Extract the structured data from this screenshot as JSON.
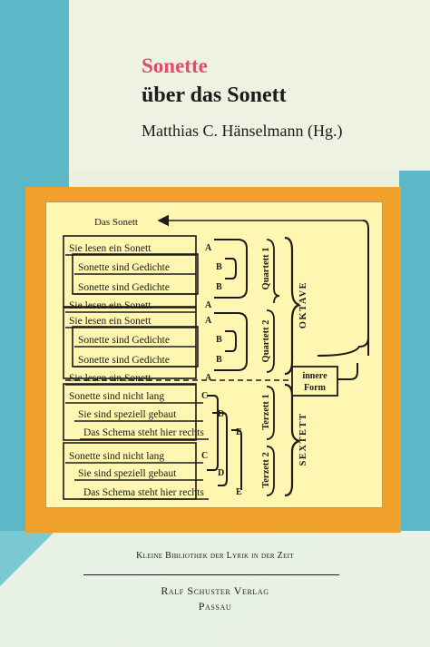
{
  "cover": {
    "title_line1": "Sonette",
    "title_line2": "über das Sonett",
    "editor": "Matthias C. Hänselmann (Hg.)",
    "series": "Kleine Bibliothek der Lyrik in der Zeit",
    "publisher": "Ralf Schuster Verlag",
    "place": "Passau"
  },
  "diagram": {
    "head": "Das Sonett",
    "rows": [
      {
        "text": "Sie lesen ein Sonett",
        "rhyme": "A"
      },
      {
        "text": "Sonette sind Gedichte",
        "rhyme": "B"
      },
      {
        "text": "Sonette sind Gedichte",
        "rhyme": "B"
      },
      {
        "text": "Sie lesen ein Sonett",
        "rhyme": "A"
      },
      {
        "text": "Sie lesen ein Sonett",
        "rhyme": "A"
      },
      {
        "text": "Sonette sind Gedichte",
        "rhyme": "B"
      },
      {
        "text": "Sonette sind Gedichte",
        "rhyme": "B"
      },
      {
        "text": "Sie lesen ein Sonett",
        "rhyme": "A"
      },
      {
        "text": "Sonette sind nicht lang",
        "rhyme": "C"
      },
      {
        "text": "Sie sind speziell gebaut",
        "rhyme": "D"
      },
      {
        "text": "Das Schema steht hier rechts",
        "rhyme": "E"
      },
      {
        "text": "Sonette sind nicht lang",
        "rhyme": "C"
      },
      {
        "text": "Sie sind speziell gebaut",
        "rhyme": "D"
      },
      {
        "text": "Das Schema steht hier rechts",
        "rhyme": "E"
      }
    ],
    "strophes": [
      "Quartett 1",
      "Quartett 2",
      "Terzett 1",
      "Terzett 2"
    ],
    "parts": [
      "OKTAVE",
      "SEXTETT"
    ],
    "inner_form": [
      "innere",
      "Form"
    ]
  },
  "colors": {
    "accent_title": "#e14c6b",
    "teal": "#5cb7c6",
    "orange": "#f0a12c",
    "paper": "#fff6b1"
  }
}
